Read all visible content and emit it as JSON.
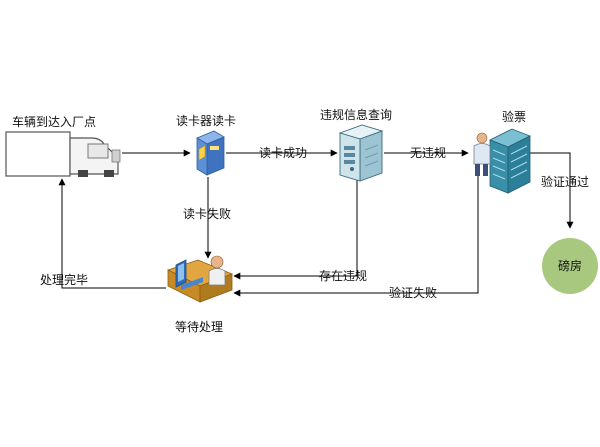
{
  "nodes": {
    "vehicle": "车辆到达入厂点",
    "card_reader": "读卡器读卡",
    "violation_query": "违规信息查询",
    "ticket_check": "验票",
    "weighbridge": "磅房",
    "waiting": "等待处理"
  },
  "edges": {
    "card_read_success": "读卡成功",
    "card_read_fail": "读卡失败",
    "no_violation": "无违规",
    "has_violation": "存在违规",
    "ticket_fail": "验证失败",
    "ticket_pass": "验证通过",
    "handled": "处理完毕"
  },
  "colors": {
    "weighbridge_fill": "#a8c880",
    "reader_body": "#5b8fd6",
    "server_fill": "#cfe4ea",
    "rack_fill": "#3a8fa8"
  }
}
